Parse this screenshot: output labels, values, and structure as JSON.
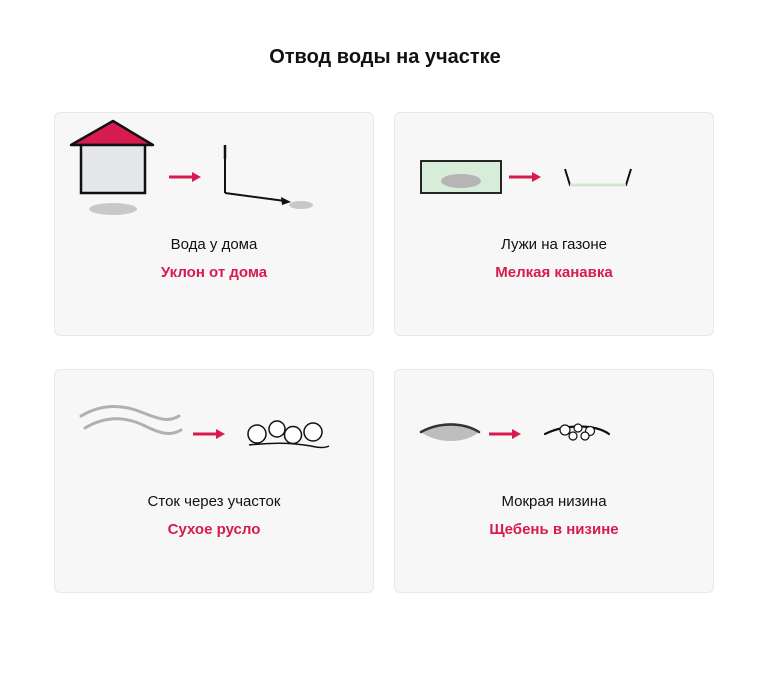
{
  "title": "Отвод воды на участке",
  "colors": {
    "accent": "#d81b4f",
    "text": "#111111",
    "card_bg": "#f7f7f7",
    "card_border": "#e9e9e9"
  },
  "cards": [
    {
      "problem": "Вода у дома",
      "solution": "Уклон от дома",
      "icon": "house-slope-icon"
    },
    {
      "problem": "Лужи на газоне",
      "solution": "Мелкая канавка",
      "icon": "puddle-swale-icon"
    },
    {
      "problem": "Сток через участок",
      "solution": "Сухое русло",
      "icon": "dry-creek-icon"
    },
    {
      "problem": "Мокрая низина",
      "solution": "Щебень в низине",
      "icon": "gravel-low-spot-icon"
    }
  ]
}
